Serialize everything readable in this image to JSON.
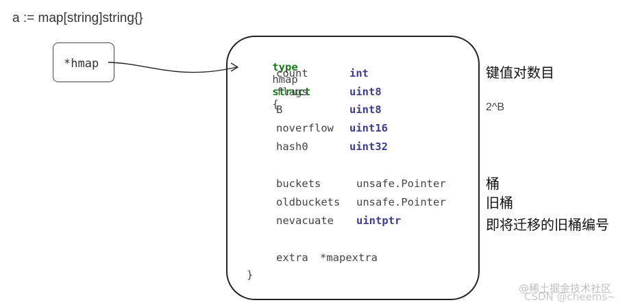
{
  "declaration": "a := map[string]string{}",
  "pointer_box": {
    "label": "*hmap"
  },
  "struct": {
    "keyword_type": "type",
    "name": "hmap",
    "keyword_struct": "struct",
    "open_brace": "{",
    "close_brace": "}",
    "fields": [
      {
        "name": "count",
        "type": "int",
        "type_style": "builtin",
        "note": "键值对数目"
      },
      {
        "name": "flags",
        "type": "uint8",
        "type_style": "builtin",
        "note": ""
      },
      {
        "name": "B",
        "type": "uint8",
        "type_style": "builtin",
        "note": "2^B"
      },
      {
        "name": "noverflow",
        "type": "uint16",
        "type_style": "builtin",
        "note": ""
      },
      {
        "name": "hash0",
        "type": "uint32",
        "type_style": "builtin",
        "note": ""
      },
      {
        "name": "buckets",
        "type": "unsafe.Pointer",
        "type_style": "plain",
        "note": "桶"
      },
      {
        "name": "oldbuckets",
        "type": "unsafe.Pointer",
        "type_style": "plain",
        "note": "旧桶"
      },
      {
        "name": "nevacuate",
        "type": "uintptr",
        "type_style": "builtin",
        "note": "即将迁移的旧桶编号"
      },
      {
        "name": "extra",
        "type": "*mapextra",
        "type_style": "plain",
        "note": ""
      }
    ]
  },
  "watermark": {
    "line1": "@稀土掘金技术社区",
    "line2": "CSDN @cheems~"
  },
  "colors": {
    "keyword": "#1a7a1a",
    "builtin_type": "#3d3d8f",
    "text": "#444444",
    "border": "#222222"
  }
}
